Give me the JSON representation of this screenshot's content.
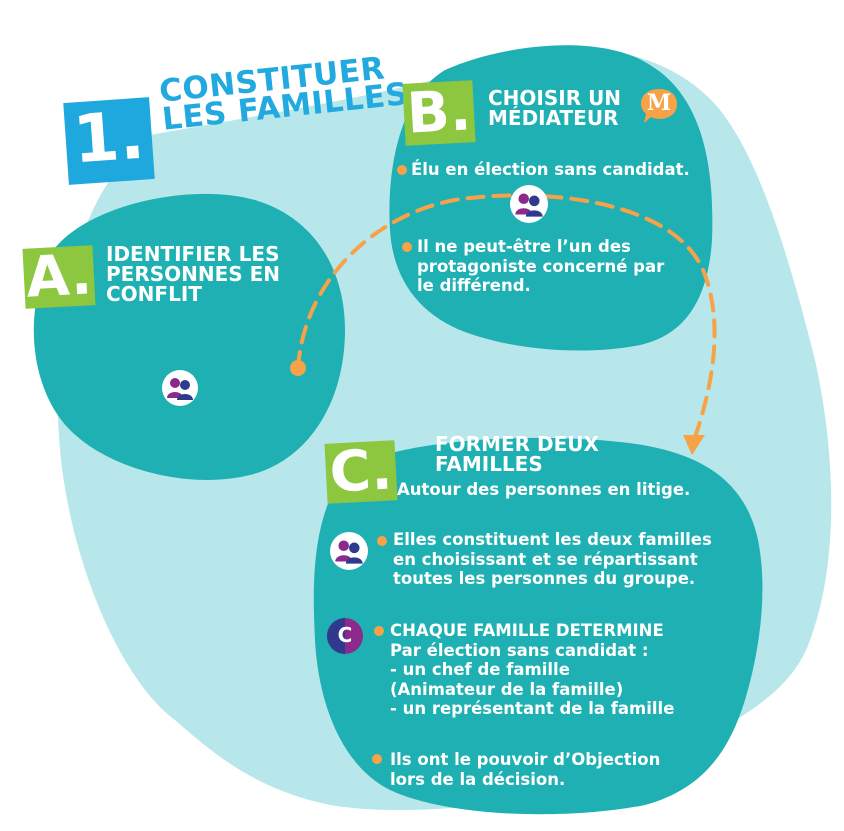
{
  "colors": {
    "background_blob": "#b7e7ea",
    "teal_blob": "#1fb0b3",
    "title_blue": "#22a9e0",
    "badge_green": "#8dc63f",
    "bullet_orange": "#f7a247",
    "people_purple": "#8c2a8c",
    "people_navy": "#2f3a8f"
  },
  "title": {
    "number": "1.",
    "line1": "CONSTITUER",
    "line2": "LES FAMILLES"
  },
  "section_a": {
    "letter": "A.",
    "heading_lines": [
      "IDENTIFIER LES",
      "PERSONNES EN",
      "CONFLIT"
    ],
    "icon": "people-icon"
  },
  "section_b": {
    "letter": "B.",
    "heading_lines": [
      "CHOISIR UN",
      "MÉDIATEUR"
    ],
    "icon": "mediator-m-icon",
    "m_letter": "M",
    "bullets": [
      {
        "lines": [
          "Élu en élection sans candidat."
        ]
      },
      {
        "lines": [
          "Il ne peut-être l’un des",
          "protagoniste concerné par",
          "le différend."
        ]
      }
    ]
  },
  "section_c": {
    "letter": "C.",
    "heading_lines": [
      "FORMER DEUX",
      "FAMILLES"
    ],
    "subtitle": "Autour des personnes en litige.",
    "chief_icon_letter": "C",
    "bullets": [
      {
        "lines": [
          "Elles constituent les deux familles",
          "en choisissant et se répartissant",
          "toutes les personnes du groupe."
        ]
      },
      {
        "lines": [
          "CHAQUE FAMILLE DETERMINE",
          "Par élection sans candidat :",
          "- un chef de famille",
          "(Animateur de la famille)",
          "- un représentant de la famille"
        ]
      },
      {
        "lines": [
          "Ils ont le pouvoir d’Objection",
          "lors de la décision."
        ]
      }
    ]
  }
}
